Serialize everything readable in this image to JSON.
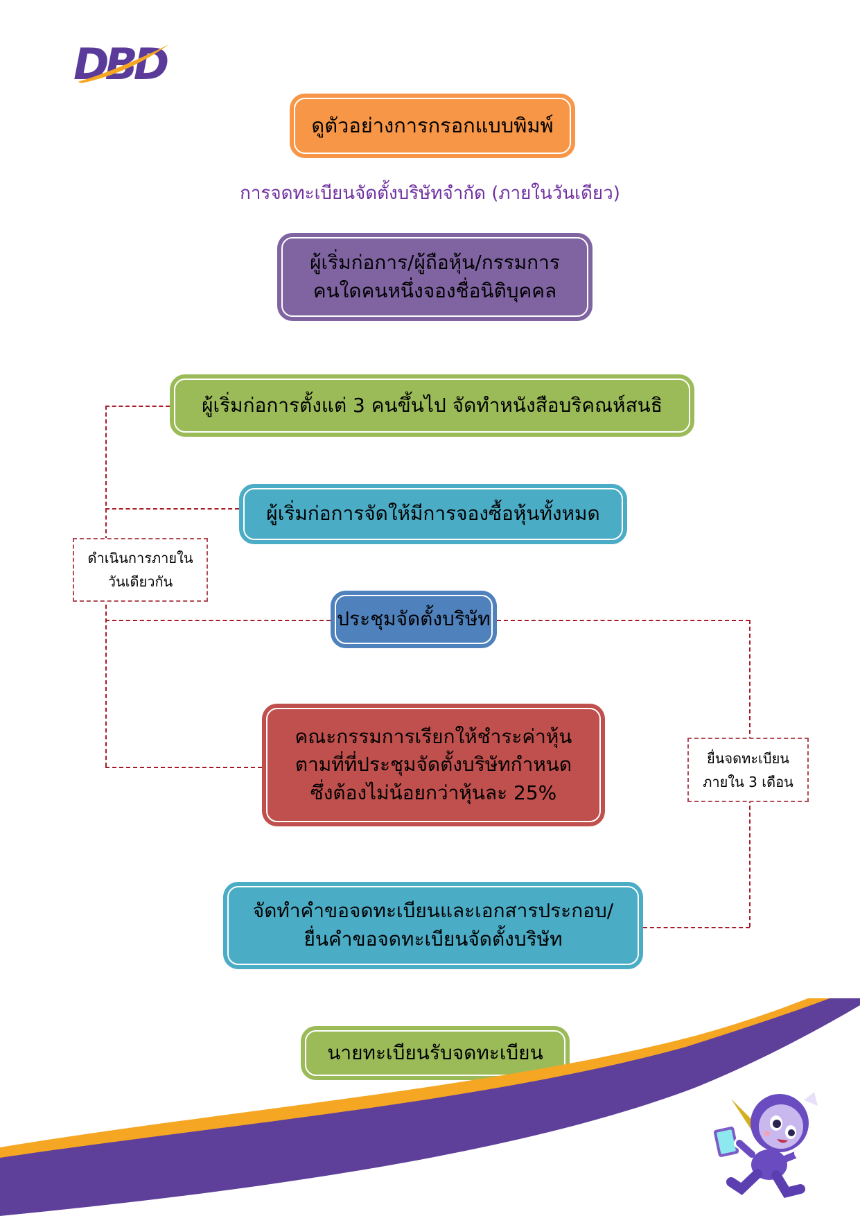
{
  "logo": {
    "text": "DBD",
    "primary_color": "#5b3b9a",
    "accent_color": "#f5a623"
  },
  "title_button": {
    "label": "ดูตัวอย่างการกรอกแบบพิมพ์"
  },
  "subtitle": "การจดทะเบียนจัดตั้งบริษัทจำกัด (ภายในวันเดียว)",
  "steps": [
    {
      "id": "step1",
      "color": "#8064a2",
      "lines": [
        "ผู้เริ่มก่อการ/ผู้ถือหุ้น/กรรมการ",
        "คนใดคนหนึ่งจองชื่อนิติบุคคล"
      ]
    },
    {
      "id": "step2",
      "color": "#9bbb59",
      "lines": [
        "ผู้เริ่มก่อการตั้งแต่ 3 คนขึ้นไป จัดทำหนังสือบริคณห์สนธิ"
      ]
    },
    {
      "id": "step3",
      "color": "#4bacc6",
      "lines": [
        "ผู้เริ่มก่อการจัดให้มีการจองซื้อหุ้นทั้งหมด"
      ]
    },
    {
      "id": "step4",
      "color": "#4f81bd",
      "lines": [
        "ประชุมจัดตั้งบริษัท"
      ]
    },
    {
      "id": "step5",
      "color": "#c0504d",
      "lines": [
        "คณะกรรมการเรียกให้ชำระค่าหุ้น",
        "ตามที่ที่ประชุมจัดตั้งบริษัทกำหนด",
        "ซึ่งต้องไม่น้อยกว่าหุ้นละ 25%"
      ]
    },
    {
      "id": "step6",
      "color": "#4bacc6",
      "lines": [
        "จัดทำคำขอจดทะเบียนและเอกสารประกอบ/",
        "ยื่นคำขอจดทะเบียนจัดตั้งบริษัท"
      ]
    },
    {
      "id": "step7",
      "color": "#9bbb59",
      "lines": [
        "นายทะเบียนรับจดทะเบียน"
      ]
    }
  ],
  "notes": {
    "left": {
      "lines": [
        "ดำเนินการภายใน",
        "วันเดียวกัน"
      ]
    },
    "right": {
      "lines": [
        "ยื่นจดทะเบียน",
        "ภายใน 3 เดือน"
      ]
    }
  },
  "colors": {
    "title_orange": "#f79646",
    "subtitle_purple": "#7030a0",
    "connector_red": "#a61c26",
    "swoosh_purple": "#5e3f9a",
    "swoosh_orange": "#f5a623"
  },
  "decorations": {
    "swoosh": "purple-orange-swoosh",
    "mascot": "dbd-mascot-running-with-tablet"
  }
}
